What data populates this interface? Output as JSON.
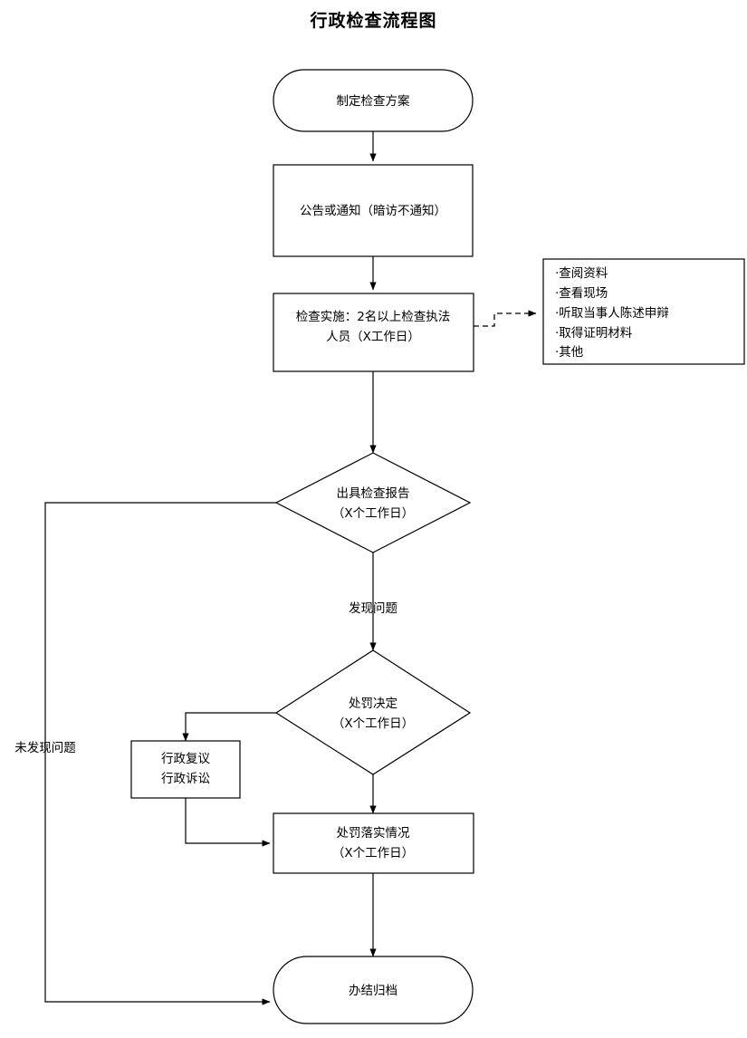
{
  "title": "行政检查流程图",
  "diagram": {
    "type": "flowchart",
    "orientation": "top-to-bottom",
    "nodes": [
      {
        "id": "n1",
        "shape": "stadium",
        "label": "制定检查方案"
      },
      {
        "id": "n2",
        "shape": "rect",
        "label_lines": [
          "公告或通知（暗访不通知）"
        ]
      },
      {
        "id": "n3",
        "shape": "rect",
        "label_lines": [
          "检查实施：2名以上检查执法",
          "人员（X工作日）"
        ]
      },
      {
        "id": "n4",
        "shape": "note",
        "label_lines": [
          "·查阅资料",
          "·查看现场",
          "·听取当事人陈述申辩",
          "·取得证明材料",
          "·其他"
        ]
      },
      {
        "id": "n5",
        "shape": "diamond",
        "label_lines": [
          "出具检查报告",
          "（X个工作日）"
        ]
      },
      {
        "id": "n6",
        "shape": "diamond",
        "label_lines": [
          "处罚决定",
          "（X个工作日）"
        ]
      },
      {
        "id": "n7",
        "shape": "rect",
        "label_lines": [
          "行政复议",
          "行政诉讼"
        ]
      },
      {
        "id": "n8",
        "shape": "rect",
        "label_lines": [
          "处罚落实情况",
          "（X个工作日）"
        ]
      },
      {
        "id": "n9",
        "shape": "stadium",
        "label": "办结归档"
      }
    ],
    "edge_labels": {
      "found_issue": "发现问题",
      "no_issue": "未发现问题"
    }
  },
  "nodes": {
    "n1": {
      "line1": "制定检查方案"
    },
    "n2": {
      "line1": "公告或通知（暗访不通知）"
    },
    "n3": {
      "line1": "检查实施：2名以上检查执法",
      "line2": "人员（X工作日）"
    },
    "n4": {
      "line1": "·查阅资料",
      "line2": "·查看现场",
      "line3": "·听取当事人陈述申辩",
      "line4": "·取得证明材料",
      "line5": "·其他"
    },
    "n5": {
      "line1": "出具检查报告",
      "line2": "（X个工作日）"
    },
    "n6": {
      "line1": "处罚决定",
      "line2": "（X个工作日）"
    },
    "n7": {
      "line1": "行政复议",
      "line2": "行政诉讼"
    },
    "n8": {
      "line1": "处罚落实情况",
      "line2": "（X个工作日）"
    },
    "n9": {
      "line1": "办结归档"
    }
  },
  "labels": {
    "found_issue": "发现问题",
    "no_issue": "未发现问题"
  },
  "colors": {
    "stroke": "#000000",
    "fill": "#ffffff",
    "text": "#000000"
  }
}
